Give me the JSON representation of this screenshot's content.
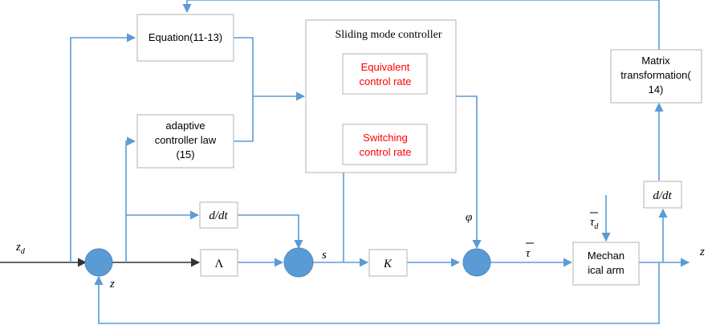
{
  "blocks": {
    "equation": {
      "label": "Equation(11-13)"
    },
    "adaptive": {
      "line1": "adaptive",
      "line2": "controller law",
      "line3": "(15)"
    },
    "smc": {
      "title": "Sliding mode controller"
    },
    "equivalent": {
      "line1": "Equivalent",
      "line2": "control rate"
    },
    "switching": {
      "line1": "Switching",
      "line2": "control rate"
    },
    "matrix": {
      "line1": "Matrix",
      "line2": "transformation(",
      "line3": "14)"
    },
    "deriv_mid": {
      "label": "d/dt"
    },
    "deriv_right": {
      "label": "d/dt"
    },
    "lambda": {
      "label": "Λ"
    },
    "gain_k": {
      "label": "K"
    },
    "arm": {
      "line1": "Mechan",
      "line2": "ical arm"
    }
  },
  "signals": {
    "zd_main": "z",
    "zd_sub": "d",
    "z_error": "z",
    "s": "s",
    "phi": "φ",
    "tau_bar": "τ",
    "tau_d_main": "τ",
    "tau_d_sub": "d",
    "z_out": "z"
  },
  "colors": {
    "wire": "#5b9bd5",
    "node": "#5b9bd5",
    "box_border": "#b3b3b3",
    "highlight_text": "#ff0000"
  }
}
